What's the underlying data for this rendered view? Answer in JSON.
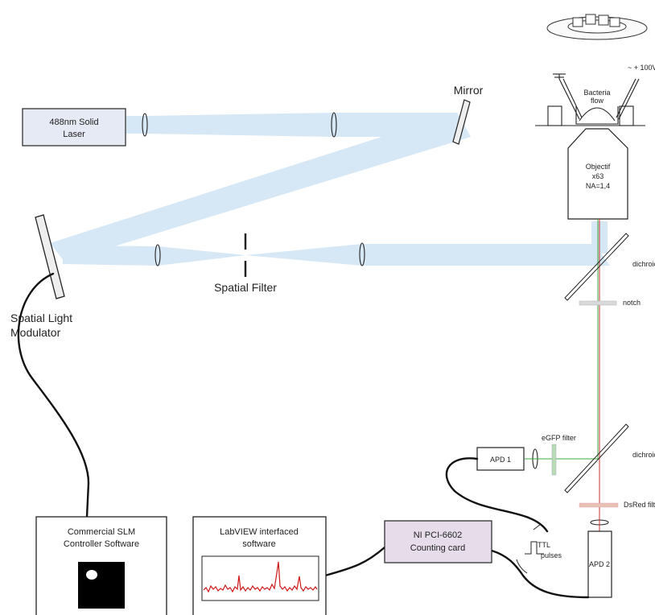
{
  "laser": {
    "line1": "488nm Solid",
    "line2": "Laser"
  },
  "mirror": {
    "label": "Mirror"
  },
  "slm": {
    "line1": "Spatial Light",
    "line2": "Modulator"
  },
  "spatial_filter": {
    "label": "Spatial Filter"
  },
  "voltage": {
    "label": "~ + 100V"
  },
  "bacteria": {
    "line1": "Bacteria",
    "line2": "flow"
  },
  "objective": {
    "line1": "Objectif",
    "line2": "x63",
    "line3": "NA=1,4"
  },
  "dichroic_top": {
    "label": "dichroic"
  },
  "notch": {
    "label": "notch"
  },
  "egfp": {
    "label": "eGFP filter"
  },
  "dichroic_bottom": {
    "label": "dichroic"
  },
  "apd1": {
    "label": "APD 1"
  },
  "apd2": {
    "label": "APD 2"
  },
  "dsred": {
    "label": "DsRed filter"
  },
  "ttl": {
    "line1": "TTL",
    "line2": "pulses"
  },
  "counting_card": {
    "line1": "NI PCI-6602",
    "line2": "Counting card"
  },
  "slm_software": {
    "line1": "Commercial SLM",
    "line2": "Controller Software"
  },
  "labview": {
    "line1": "LabVIEW interfaced",
    "line2": "software"
  },
  "colors": {
    "beam": "#cfe3f5",
    "laser_box": "#e6eaf4",
    "card_box": "#e6dcea",
    "green_path": "#3caa3c",
    "red_path": "#c83232",
    "signal": "#d01818",
    "notch_filter": "#d9d9dc",
    "dsred_filter": "#eac2b4",
    "egfp_filter": "#b9dcb4"
  }
}
